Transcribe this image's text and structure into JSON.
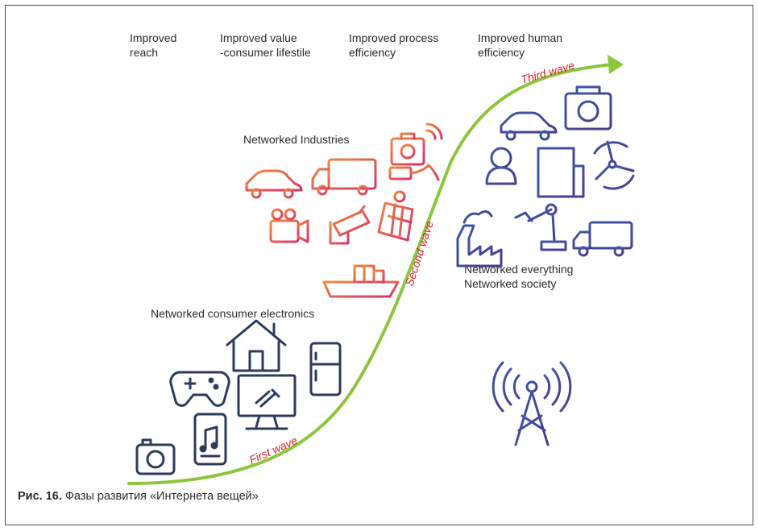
{
  "header_labels": [
    {
      "line1": "Improved",
      "line2": "reach"
    },
    {
      "line1": "Improved value",
      "line2": "-consumer lifestile"
    },
    {
      "line1": "Improved process",
      "line2": "efficiency"
    },
    {
      "line1": "Improved human",
      "line2": "efficiency"
    }
  ],
  "groups": {
    "industries": "Networked Industries",
    "consumer": "Networked consumer electronics",
    "everything_line1": "Networked everything",
    "everything_line2": "Networked society"
  },
  "waves": {
    "first": "First wave",
    "second": "Second wave",
    "third": "Third wave"
  },
  "caption": {
    "prefix": "Рис. 16.",
    "text": " Фазы развития «Интернета вещей»"
  },
  "colors": {
    "curve": "#8cc63f",
    "wave_text": "#e01c22",
    "consumer_icons": "#2d3a5c",
    "industry_icons": "#e8633a",
    "society_icons": "#3b4d8f"
  },
  "icons": {
    "consumer": [
      "camera-icon",
      "music-tablet-icon",
      "gamepad-icon",
      "house-icon",
      "monitor-icon",
      "fridge-icon"
    ],
    "industries": [
      "car-icon",
      "truck-icon",
      "medical-kit-wireless-icon",
      "video-camera-icon",
      "security-camera-icon",
      "solar-panel-icon",
      "cargo-ship-icon"
    ],
    "society": [
      "car-icon",
      "medical-kit-icon",
      "person-icon",
      "building-icon",
      "wind-turbine-icon",
      "factory-icon",
      "robot-arm-icon",
      "truck-icon",
      "radio-tower-icon"
    ]
  }
}
